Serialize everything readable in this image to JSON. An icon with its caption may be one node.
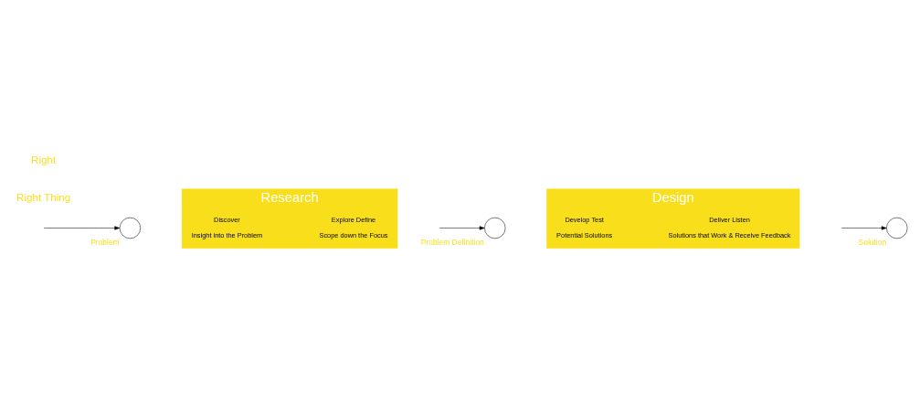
{
  "diagram": {
    "nodes": [
      {
        "text": [
          "Research"
        ]
      },
      {
        "text": [
          "Discover",
          "Insight into the Problem"
        ],
        "in": 0
      },
      {
        "text": [
          "Explore Define",
          "Scope down the Focus"
        ],
        "in": 0
      },
      {
        "text": [
          "Design"
        ]
      },
      {
        "text": [
          "Develop Test",
          "Potential Solutions"
        ],
        "in": 3
      },
      {
        "text": [
          "Deliver Listen",
          "Solutions that Work & Receive Feedback"
        ],
        "in": 3
      },
      {
        "text": [],
        "shape": "circle",
        "beside": [
          "Problem"
        ]
      },
      {
        "text": [],
        "shape": "circle",
        "beside": [
          "Problem Definition"
        ]
      },
      {
        "text": [],
        "shape": "circle",
        "beside": [
          "Solution"
        ]
      }
    ],
    "edges": [
      {
        "from": null,
        "to": 6,
        "arrow": "to"
      },
      {
        "from": null,
        "to": 7,
        "arrow": "to"
      },
      {
        "from": null,
        "to": 8,
        "arrow": "to"
      }
    ],
    "labels": [
      "Right Thing",
      "Right"
    ]
  }
}
